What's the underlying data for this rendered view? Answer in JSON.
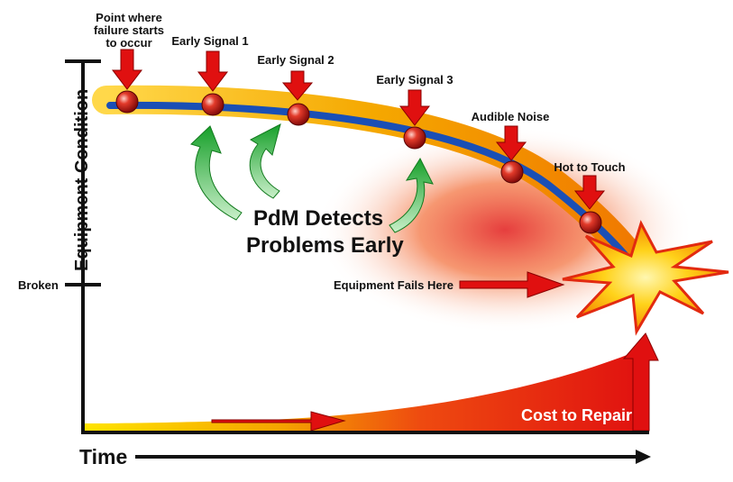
{
  "axes": {
    "y_label": "Equipment Condition",
    "x_label": "Time",
    "broken_label": "Broken"
  },
  "signals": [
    {
      "label_lines": [
        "Point where",
        "failure starts",
        "to occur"
      ]
    },
    {
      "label_lines": [
        "Early Signal 1"
      ]
    },
    {
      "label_lines": [
        "Early Signal 2"
      ]
    },
    {
      "label_lines": [
        "Early Signal 3"
      ]
    },
    {
      "label_lines": [
        "Audible Noise"
      ]
    },
    {
      "label_lines": [
        "Hot to Touch"
      ]
    }
  ],
  "center_text": {
    "line1": "PdM Detects",
    "line2": "Problems Early"
  },
  "failure_label": "Equipment Fails Here",
  "cost_label": "Cost to Repair",
  "colors": {
    "curve_band": "#f5a800",
    "curve_line": "#1a4fb5",
    "signal_arrow": "#e01010",
    "green_arrow": "#1f9a2a",
    "explosion": "#ffd21a",
    "cost_fill": "#e01010"
  }
}
